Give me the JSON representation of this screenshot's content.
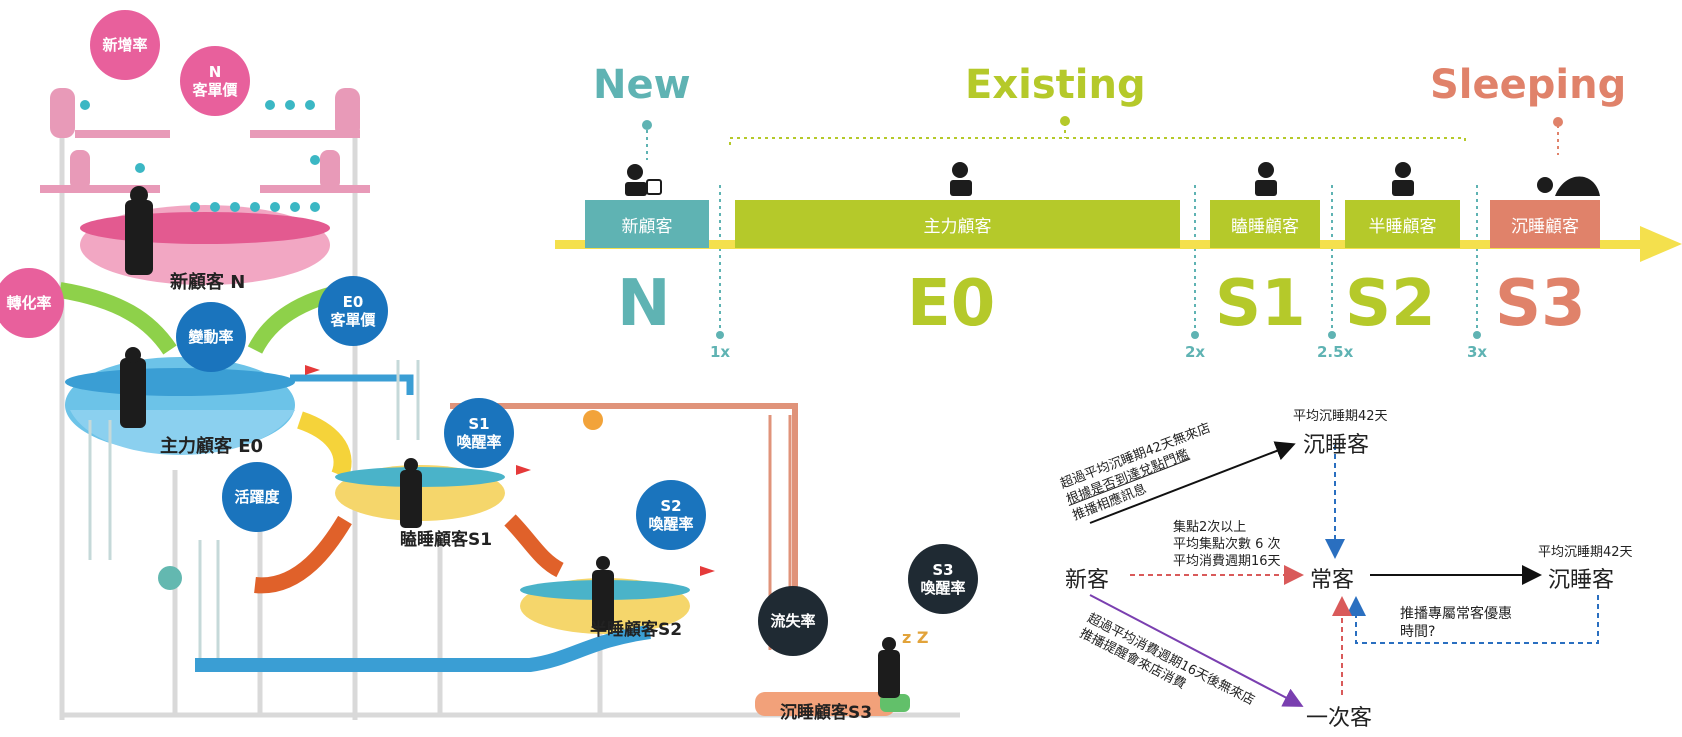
{
  "funnel": {
    "new_rate": "新增率",
    "n_price_a": "N",
    "n_price_b": "客單價",
    "conversion": "轉化率",
    "change_rate": "變動率",
    "e0_price_a": "E0",
    "e0_price_b": "客單價",
    "activity": "活躍度",
    "s1_wake_a": "S1",
    "s1_wake_b": "喚醒率",
    "s2_wake_a": "S2",
    "s2_wake_b": "喚醒率",
    "churn": "流失率",
    "s3_wake_a": "S3",
    "s3_wake_b": "喚醒率",
    "pool_n": "新顧客 N",
    "pool_e0": "主力顧客 E0",
    "pool_s1": "瞌睡顧客S1",
    "pool_s2": "半睡顧客S2",
    "pool_s3": "沉睡顧客S3",
    "zzz": "z Z"
  },
  "timeline": {
    "new_label": "New",
    "existing_label": "Existing",
    "sleeping_label": "Sleeping",
    "segments": [
      {
        "label": "新顧客",
        "code": "N",
        "color": "#5fb3b3"
      },
      {
        "label": "主力顧客",
        "code": "E0",
        "color": "#b5c92a"
      },
      {
        "label": "瞌睡顧客",
        "code": "S1",
        "color": "#b5c92a"
      },
      {
        "label": "半睡顧客",
        "code": "S2",
        "color": "#b5c92a"
      },
      {
        "label": "沉睡顧客",
        "code": "S3",
        "color": "#e0826a"
      }
    ],
    "ticks": [
      "1x",
      "2x",
      "2.5x",
      "3x"
    ],
    "arrow_color": "#f4e04d"
  },
  "flow": {
    "new_customer": "新客",
    "regular": "常客",
    "one_time": "一次客",
    "sleeping_top": "沉睡客",
    "sleeping_right": "沉睡客",
    "avg_top": "平均沉睡期42天",
    "avg_right": "平均沉睡期42天",
    "note_top_1": "超過平均沉睡期42天無來店",
    "note_top_2": "根據是否到達兌點門檻",
    "note_top_3": "推播相應訊息",
    "cond_1": "集點2次以上",
    "cond_2": "平均集點次數 6 次",
    "cond_3": "平均消費週期16天",
    "note_bottom_1": "超過平均消費週期16天後無來店",
    "note_bottom_2": "推播提醒會來店消費",
    "push_1": "推播專屬常客優惠",
    "push_2": "時間?"
  }
}
